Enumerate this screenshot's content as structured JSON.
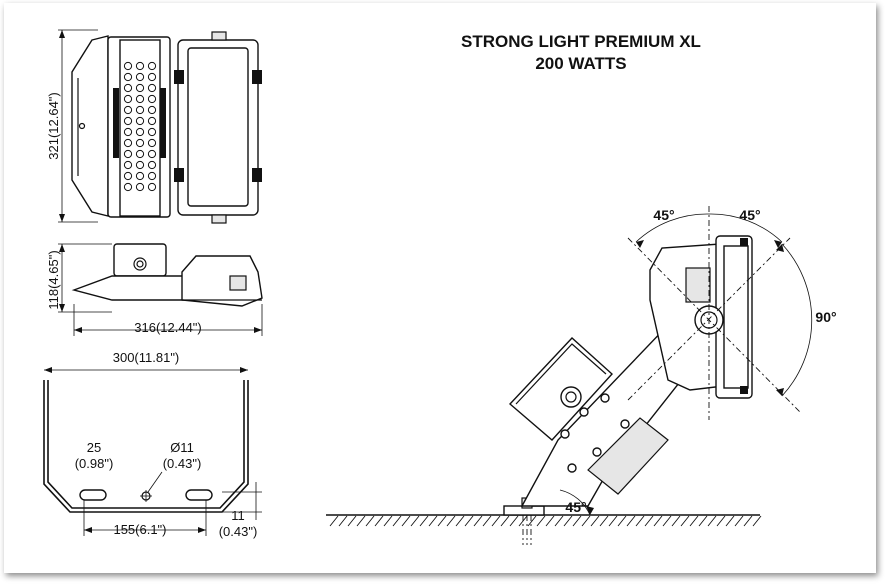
{
  "title": {
    "line1": "STRONG LIGHT PREMIUM XL",
    "line2": "200 WATTS"
  },
  "dimensions": {
    "height": "321(12.64\")",
    "depth": "118(4.65\")",
    "length": "316(12.44\")",
    "bracket_width": "300(11.81\")",
    "slot_size": "25",
    "slot_size_in": "(0.98\")",
    "hole_dia": "Ø11",
    "hole_dia_in": "(0.43\")",
    "hole_spacing": "155(6.1\")",
    "plate_thickness": "11",
    "plate_thickness_in": "(0.43\")"
  },
  "angles": {
    "left_tilt": "45°",
    "right_tilt": "45°",
    "range": "90°",
    "base": "45°"
  }
}
